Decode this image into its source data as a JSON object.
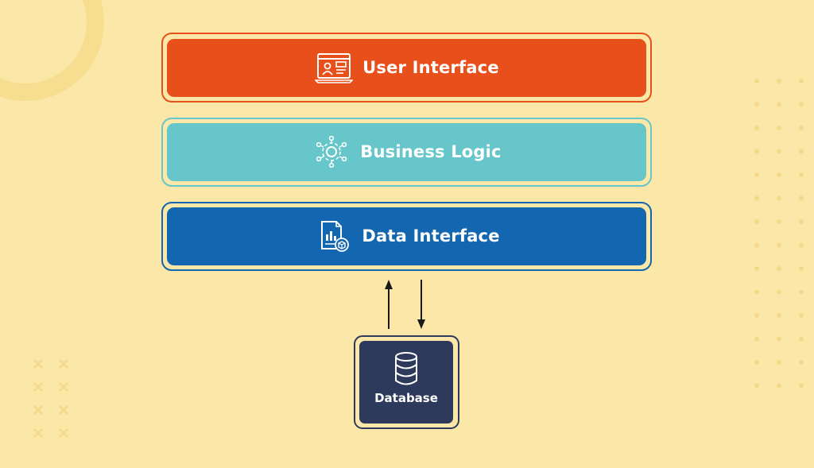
{
  "diagram": {
    "layers": [
      {
        "label": "User Interface",
        "icon": "user-interface-icon",
        "fill": "#e8501b",
        "border": "#e8501b"
      },
      {
        "label": "Business Logic",
        "icon": "business-logic-gear-icon",
        "fill": "#66c6c9",
        "border": "#66c6c9"
      },
      {
        "label": "Data Interface",
        "icon": "data-report-icon",
        "fill": "#1366b0",
        "border": "#1366b0"
      }
    ],
    "database": {
      "label": "Database",
      "icon": "database-icon",
      "fill": "#2d3a5c"
    },
    "arrows": [
      "up-from-database",
      "down-to-database"
    ],
    "colors": {
      "background": "#fbe7a8",
      "decor": "#f5d98a",
      "arrow": "#1a1a1a"
    }
  }
}
